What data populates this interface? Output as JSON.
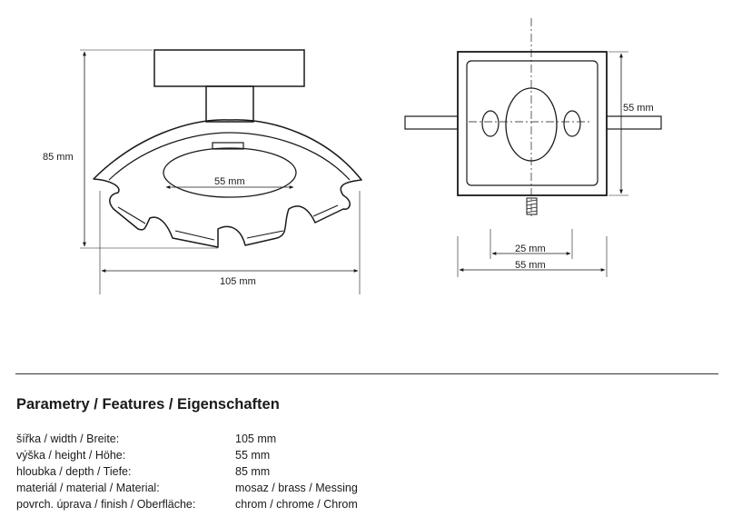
{
  "drawing": {
    "dimensions": {
      "side_height": "85 mm",
      "side_inner_width": "55 mm",
      "side_width": "105 mm",
      "front_height": "55 mm",
      "front_hole_spacing": "25 mm",
      "front_width": "55 mm"
    }
  },
  "section": {
    "title": "Parametry / Features / Eigenschaften"
  },
  "params": [
    {
      "label": "šířka / width / Breite:",
      "value": "105 mm"
    },
    {
      "label": "výška / height / Höhe:",
      "value": "55 mm"
    },
    {
      "label": "hloubka / depth / Tiefe:",
      "value": "85 mm"
    },
    {
      "label": "materiál / material / Material:",
      "value": "mosaz / brass / Messing"
    },
    {
      "label": "povrch. úprava / finish / Oberfläche:",
      "value": "chrom / chrome / Chrom"
    }
  ]
}
